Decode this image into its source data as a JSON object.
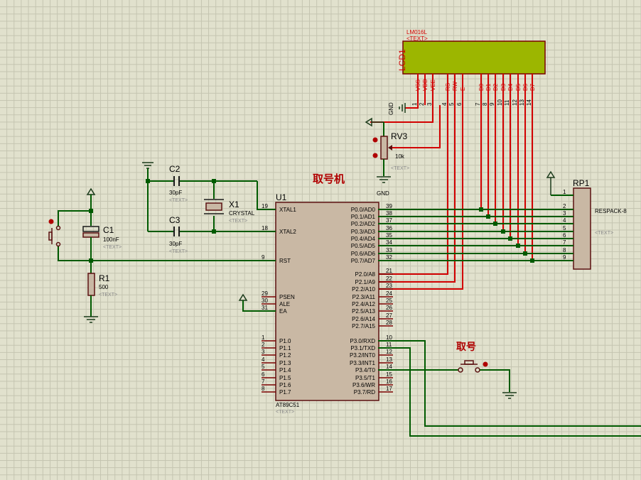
{
  "title": "取号机",
  "button_label": "取号",
  "mcu": {
    "ref": "U1",
    "part": "AT89C51",
    "text": "<TEXT>",
    "left_pins": [
      {
        "num": "19",
        "name": "XTAL1"
      },
      {
        "num": "18",
        "name": "XTAL2"
      },
      {
        "num": "9",
        "name": "RST"
      },
      {
        "num": "29",
        "name": "PSEN"
      },
      {
        "num": "30",
        "name": "ALE"
      },
      {
        "num": "31",
        "name": "EA"
      },
      {
        "num": "1",
        "name": "P1.0"
      },
      {
        "num": "2",
        "name": "P1.1"
      },
      {
        "num": "3",
        "name": "P1.2"
      },
      {
        "num": "4",
        "name": "P1.3"
      },
      {
        "num": "5",
        "name": "P1.4"
      },
      {
        "num": "6",
        "name": "P1.5"
      },
      {
        "num": "7",
        "name": "P1.6"
      },
      {
        "num": "8",
        "name": "P1.7"
      }
    ],
    "right_pins": [
      {
        "num": "39",
        "name": "P0.0/AD0"
      },
      {
        "num": "38",
        "name": "P0.1/AD1"
      },
      {
        "num": "37",
        "name": "P0.2/AD2"
      },
      {
        "num": "36",
        "name": "P0.3/AD3"
      },
      {
        "num": "35",
        "name": "P0.4/AD4"
      },
      {
        "num": "34",
        "name": "P0.5/AD5"
      },
      {
        "num": "33",
        "name": "P0.6/AD6"
      },
      {
        "num": "32",
        "name": "P0.7/AD7"
      },
      {
        "num": "21",
        "name": "P2.0/A8"
      },
      {
        "num": "22",
        "name": "P2.1/A9"
      },
      {
        "num": "23",
        "name": "P2.2/A10"
      },
      {
        "num": "24",
        "name": "P2.3/A11"
      },
      {
        "num": "25",
        "name": "P2.4/A12"
      },
      {
        "num": "26",
        "name": "P2.5/A13"
      },
      {
        "num": "27",
        "name": "P2.6/A14"
      },
      {
        "num": "28",
        "name": "P2.7/A15"
      },
      {
        "num": "10",
        "name": "P3.0/RXD"
      },
      {
        "num": "11",
        "name": "P3.1/TXD"
      },
      {
        "num": "12",
        "name": "P3.2/INT0"
      },
      {
        "num": "13",
        "name": "P3.3/INT1"
      },
      {
        "num": "14",
        "name": "P3.4/T0"
      },
      {
        "num": "15",
        "name": "P3.5/T1"
      },
      {
        "num": "16",
        "name": "P3.6/WR"
      },
      {
        "num": "17",
        "name": "P3.7/RD"
      }
    ]
  },
  "lcd": {
    "ref": "LCD1",
    "part": "LM016L",
    "text": "<TEXT>",
    "pins": [
      {
        "num": "1",
        "name": "VSS"
      },
      {
        "num": "2",
        "name": "VDD"
      },
      {
        "num": "3",
        "name": "VEE"
      },
      {
        "num": "4",
        "name": "RS"
      },
      {
        "num": "5",
        "name": "RW"
      },
      {
        "num": "6",
        "name": "E"
      },
      {
        "num": "7",
        "name": "D0"
      },
      {
        "num": "8",
        "name": "D1"
      },
      {
        "num": "9",
        "name": "D2"
      },
      {
        "num": "10",
        "name": "D3"
      },
      {
        "num": "11",
        "name": "D4"
      },
      {
        "num": "12",
        "name": "D5"
      },
      {
        "num": "13",
        "name": "D6"
      },
      {
        "num": "14",
        "name": "D7"
      }
    ]
  },
  "rp1": {
    "ref": "RP1",
    "part": "RESPACK-8",
    "text": "<TEXT>",
    "pins": [
      "1",
      "2",
      "3",
      "4",
      "5",
      "6",
      "7",
      "8",
      "9"
    ]
  },
  "rv3": {
    "ref": "RV3",
    "value": "10k",
    "text": "<TEXT>"
  },
  "c1": {
    "ref": "C1",
    "value": "100nF",
    "text": "<TEXT>"
  },
  "c2": {
    "ref": "C2",
    "value": "30pF",
    "text": "<TEXT>"
  },
  "c3": {
    "ref": "C3",
    "value": "30pF",
    "text": "<TEXT>"
  },
  "x1": {
    "ref": "X1",
    "value": "CRYSTAL",
    "text": "<TEXT>"
  },
  "r1": {
    "ref": "R1",
    "value": "500",
    "text": "<TEXT>"
  },
  "gnd_label": "GND",
  "colors": {
    "wire": "#005a00",
    "lcd_wire": "#d20000",
    "lcd_screen": "#9cb600",
    "background": "#e1e1cd"
  }
}
